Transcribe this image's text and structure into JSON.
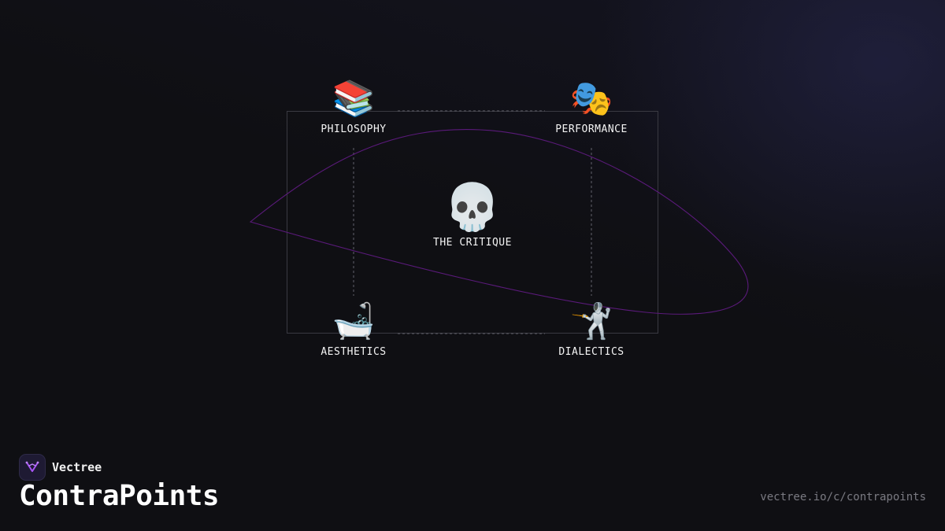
{
  "diagram": {
    "center": {
      "icon": "💀",
      "icon_name": "skull-icon",
      "label": "THE CRITIQUE"
    },
    "nodes": [
      {
        "id": "philosophy",
        "icon": "📚",
        "icon_name": "books-icon",
        "label": "PHILOSOPHY"
      },
      {
        "id": "performance",
        "icon": "🎭",
        "icon_name": "theater-masks-icon",
        "label": "PERFORMANCE"
      },
      {
        "id": "aesthetics",
        "icon": "🛁",
        "icon_name": "bathtub-icon",
        "label": "AESTHETICS"
      },
      {
        "id": "dialectics",
        "icon": "🤺",
        "icon_name": "fencer-icon",
        "label": "DIALECTICS"
      }
    ],
    "colors": {
      "frame": "#3a3a42",
      "dashed": "#55555e",
      "curve": "#5a1a7a"
    }
  },
  "footer": {
    "brand_name": "Vectree",
    "title": "ContraPoints",
    "url": "vectree.io/c/contrapoints",
    "accent": "#a855f7"
  }
}
